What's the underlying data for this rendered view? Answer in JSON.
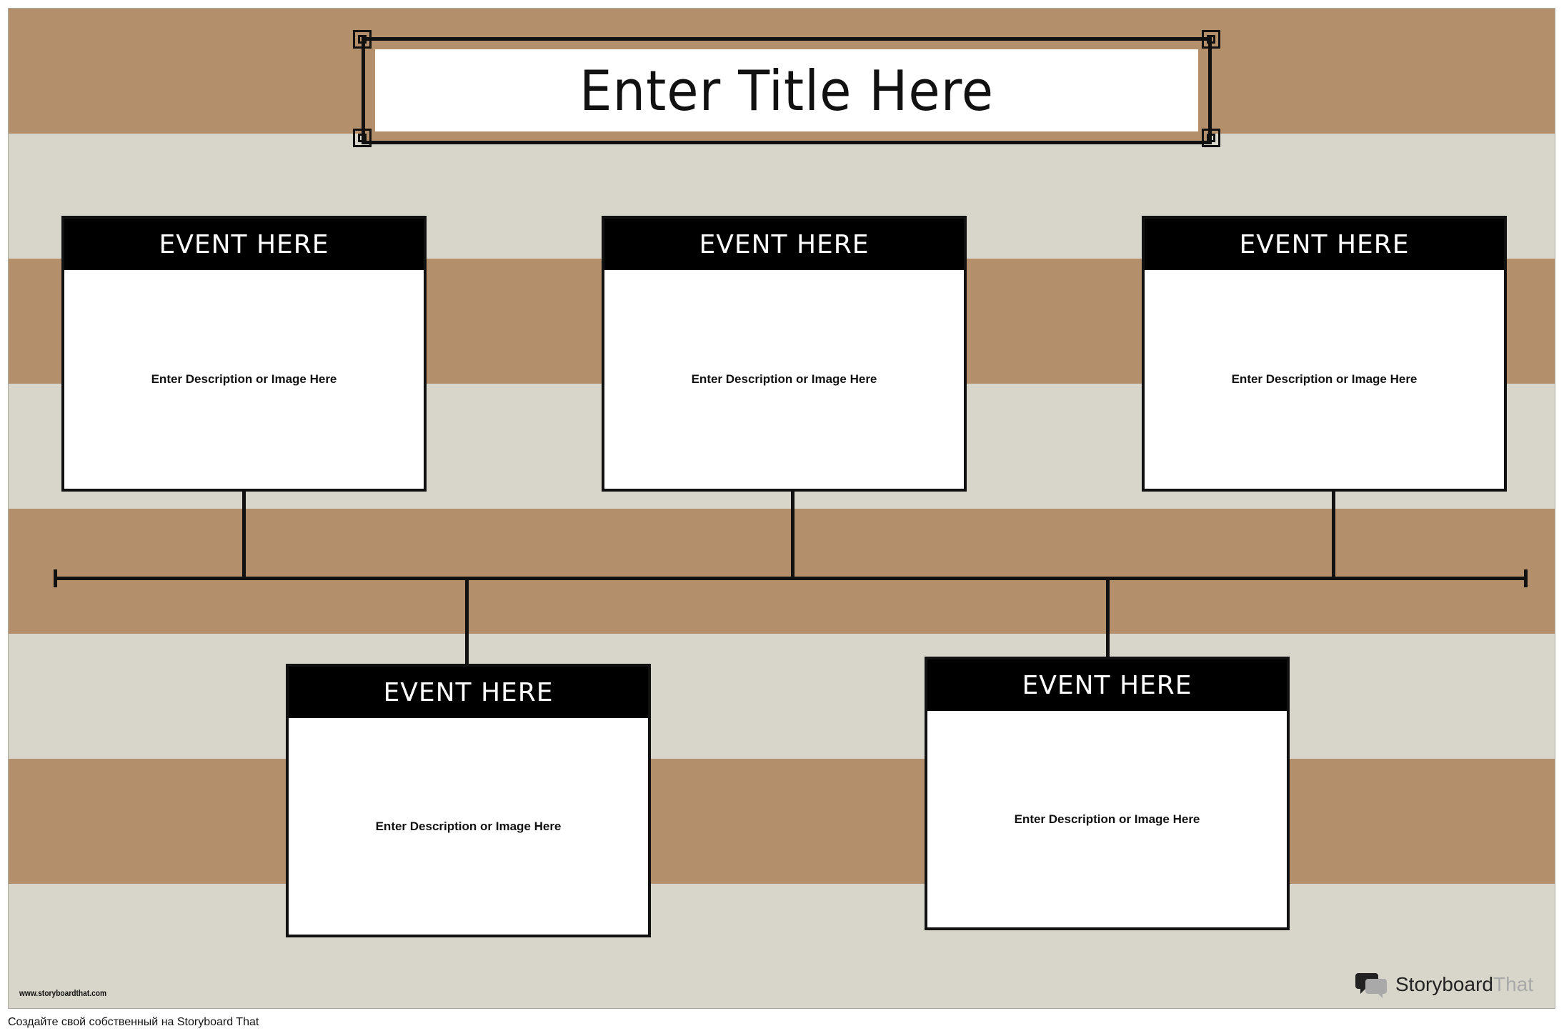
{
  "poster": {
    "title": "Enter Title Here",
    "colors": {
      "tan": "#b38f6c",
      "cream": "#d8d6ca",
      "ink": "#111111",
      "header": "#000000"
    }
  },
  "events": [
    {
      "title": "EVENT HERE",
      "description": "Enter Description or Image Here"
    },
    {
      "title": "EVENT HERE",
      "description": "Enter Description or Image Here"
    },
    {
      "title": "EVENT HERE",
      "description": "Enter Description or Image Here"
    },
    {
      "title": "EVENT HERE",
      "description": "Enter Description or Image Here"
    },
    {
      "title": "EVENT HERE",
      "description": "Enter Description or Image Here"
    }
  ],
  "watermark": {
    "url": "www.storyboardthat.com",
    "brand_main": "Storyboard",
    "brand_light": "That",
    "logo_icon": "speech-bubbles-icon"
  },
  "footer": {
    "note": "Создайте свой собственный на Storyboard That"
  }
}
